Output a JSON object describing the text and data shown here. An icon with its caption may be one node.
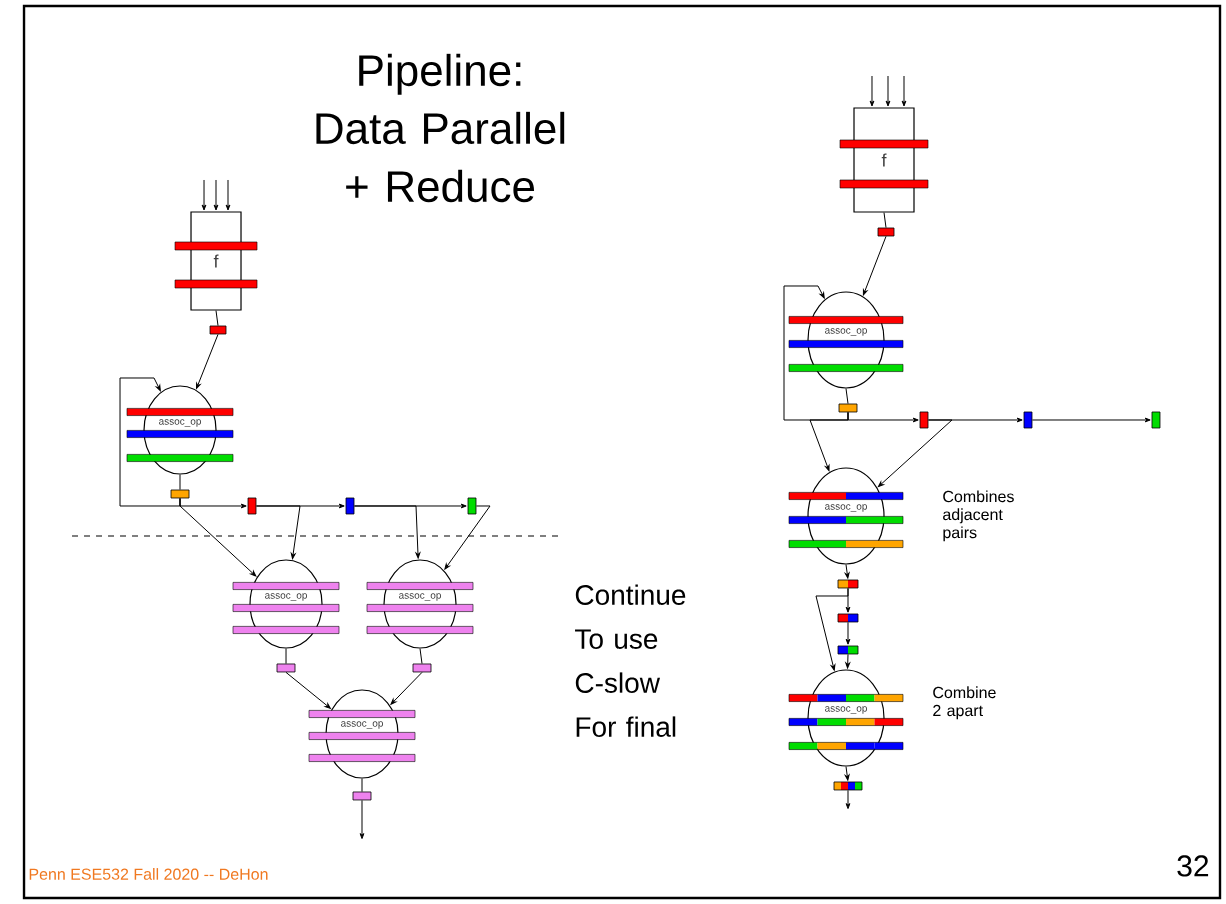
{
  "diagram": {
    "title": "Pipeline: Data Parallel + Reduce",
    "nodes": [
      {
        "text": [
          "f"
        ]
      },
      {
        "text": [],
        "shape": "box"
      },
      {
        "text": [
          "assoc_op"
        ]
      },
      {
        "text": [],
        "shape": "box"
      },
      {
        "text": [],
        "shape": "box"
      },
      {
        "text": [],
        "shape": "box"
      },
      {
        "text": [],
        "shape": "box"
      },
      {
        "text": [
          "assoc_op"
        ]
      },
      {
        "text": [
          "assoc_op"
        ]
      },
      {
        "text": [],
        "shape": "box"
      },
      {
        "text": [],
        "shape": "box"
      },
      {
        "text": [
          "assoc_op"
        ]
      },
      {
        "text": [],
        "shape": "box"
      },
      {
        "text": [
          "f"
        ]
      },
      {
        "text": [],
        "shape": "box"
      },
      {
        "text": [
          "assoc_op"
        ]
      },
      {
        "text": [],
        "shape": "box"
      },
      {
        "text": [],
        "shape": "box"
      },
      {
        "text": [],
        "shape": "box"
      },
      {
        "text": [],
        "shape": "box"
      },
      {
        "text": [
          "assoc_op"
        ],
        "beside": [
          "Combines adjacent pairs"
        ]
      },
      {
        "text": [],
        "shape": "box"
      },
      {
        "text": [],
        "shape": "box"
      },
      {
        "text": [],
        "shape": "box"
      },
      {
        "text": [
          "assoc_op"
        ],
        "beside": [
          "Combine 2 apart"
        ]
      },
      {
        "text": [],
        "shape": "box"
      }
    ],
    "edges": [
      {
        "from": null,
        "to": 0,
        "arrow": "to"
      },
      {
        "from": null,
        "to": 0,
        "arrow": "to"
      },
      {
        "from": null,
        "to": 0,
        "arrow": "to"
      },
      {
        "from": 0,
        "to": 1,
        "arrow": "none"
      },
      {
        "from": 1,
        "to": 2,
        "arrow": "to"
      },
      {
        "from": 2,
        "to": 3,
        "arrow": "none"
      },
      {
        "from": 3,
        "to": 2,
        "arrow": "to"
      },
      {
        "from": 3,
        "to": 4,
        "arrow": "to"
      },
      {
        "from": 4,
        "to": 5,
        "arrow": "to"
      },
      {
        "from": 5,
        "to": 6,
        "arrow": "to"
      },
      {
        "from": 3,
        "to": 7,
        "arrow": "to"
      },
      {
        "from": 4,
        "to": 7,
        "arrow": "to"
      },
      {
        "from": 5,
        "to": 8,
        "arrow": "to"
      },
      {
        "from": 6,
        "to": 8,
        "arrow": "to"
      },
      {
        "from": 7,
        "to": 9,
        "arrow": "none"
      },
      {
        "from": 8,
        "to": 10,
        "arrow": "none"
      },
      {
        "from": 9,
        "to": 11,
        "arrow": "to"
      },
      {
        "from": 10,
        "to": 11,
        "arrow": "to"
      },
      {
        "from": 11,
        "to": 12,
        "arrow": "none"
      },
      {
        "from": 12,
        "to": null,
        "arrow": "to"
      },
      {
        "from": null,
        "to": 13,
        "arrow": "to"
      },
      {
        "from": null,
        "to": 13,
        "arrow": "to"
      },
      {
        "from": null,
        "to": 13,
        "arrow": "to"
      },
      {
        "from": 13,
        "to": 14,
        "arrow": "none"
      },
      {
        "from": 14,
        "to": 15,
        "arrow": "to"
      },
      {
        "from": 15,
        "to": 16,
        "arrow": "none"
      },
      {
        "from": 16,
        "to": 15,
        "arrow": "to"
      },
      {
        "from": 16,
        "to": 17,
        "arrow": "to"
      },
      {
        "from": 17,
        "to": 18,
        "arrow": "to"
      },
      {
        "from": 18,
        "to": 19,
        "arrow": "to"
      },
      {
        "from": 16,
        "to": 20,
        "arrow": "to"
      },
      {
        "from": 17,
        "to": 20,
        "arrow": "to"
      },
      {
        "from": 20,
        "to": 21,
        "arrow": "to"
      },
      {
        "from": 21,
        "to": 22,
        "arrow": "to"
      },
      {
        "from": 22,
        "to": 23,
        "arrow": "to"
      },
      {
        "from": 23,
        "to": 24,
        "arrow": "to"
      },
      {
        "from": 21,
        "to": 24,
        "arrow": "to"
      },
      {
        "from": 24,
        "to": 25,
        "arrow": "to"
      },
      {
        "from": 25,
        "to": null,
        "arrow": "to"
      }
    ],
    "labels": [
      "Continue To use C-slow For final",
      "Penn ESE532 Fall 2020 -- DeHon",
      "32"
    ]
  }
}
